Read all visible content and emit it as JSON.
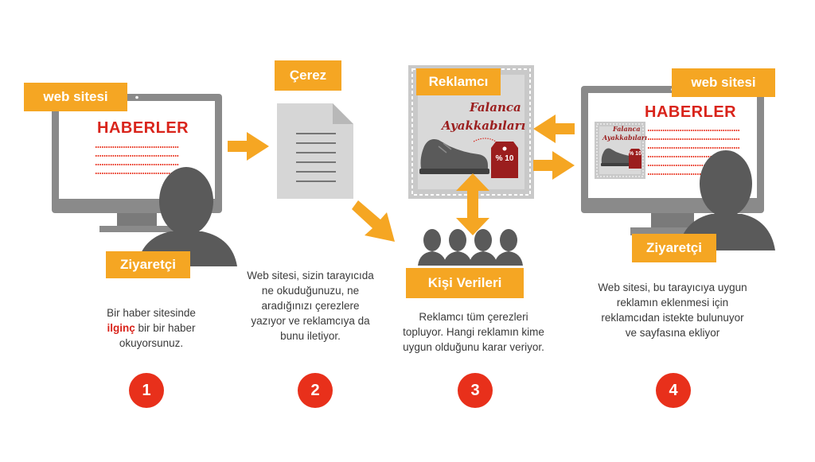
{
  "steps": [
    {
      "number": "1",
      "tag_website": "web sitesi",
      "headline": "HABERLER",
      "tag_visitor": "Ziyaretçi",
      "desc_lines": [
        "Bir haber sitesinde",
        "bir bir haber",
        "okuyorsunuz."
      ],
      "highlight": "ilginç"
    },
    {
      "number": "2",
      "tag": "Çerez",
      "desc_lines": [
        "Web sitesi, sizin tarayıcıda",
        "ne okuduğunuzu, ne",
        "aradığınızı çerezlere",
        "yazıyor ve reklamcıya da",
        "bunu iletiyor."
      ]
    },
    {
      "number": "3",
      "tag_advertiser": "Reklamcı",
      "brand_line1": "Falanca",
      "brand_line2": "Ayakkabıları",
      "price_tag": "% 10",
      "tag_data": "Kişi Verileri",
      "desc_lines": [
        "Reklamcı tüm çerezleri",
        "topluyor. Hangi reklamın kime",
        "uygun olduğunu karar veriyor."
      ]
    },
    {
      "number": "4",
      "tag_website": "web sitesi",
      "headline": "HABERLER",
      "brand_line1": "Falanca",
      "brand_line2": "Ayakkabıları",
      "price_tag": "% 10",
      "tag_visitor": "Ziyaretçi",
      "desc_lines": [
        "Web sitesi, bu tarayıcıya uygun",
        "reklamın eklenmesi için",
        "reklamcıdan istekte bulunuyor",
        "ve sayfasına ekliyor"
      ]
    }
  ],
  "colors": {
    "accent": "#f5a623",
    "red": "#e8301b",
    "gray": "#8a8a8a",
    "dark": "#5a5a5a"
  }
}
